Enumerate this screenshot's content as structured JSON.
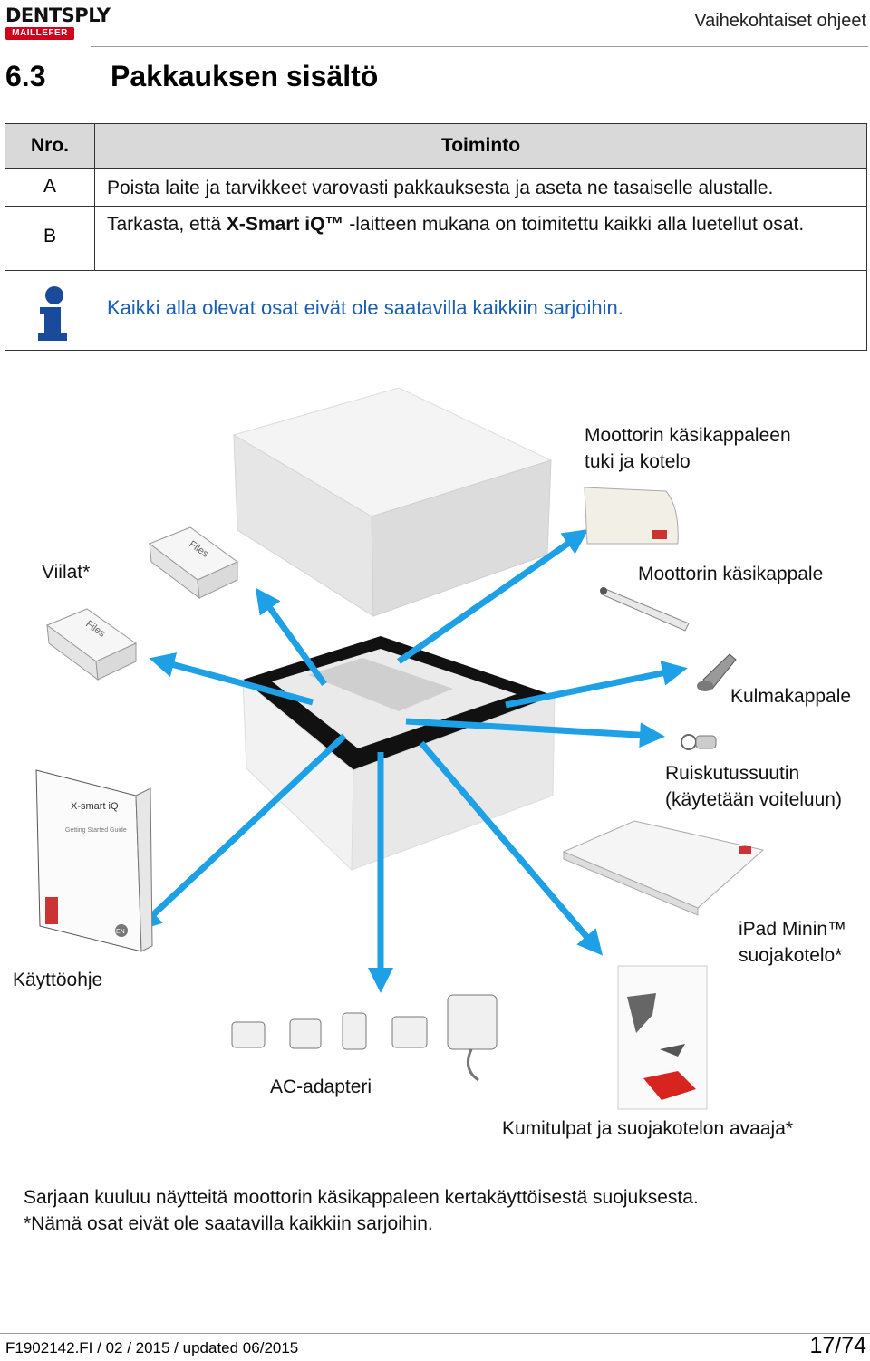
{
  "header": {
    "logo_top": "DENTSPLY",
    "logo_bottom": "MAILLEFER",
    "doc_type": "Vaihekohtaiset ohjeet",
    "section_number": "6.3",
    "section_title": "Pakkauksen sisältö"
  },
  "table": {
    "col_nro": "Nro.",
    "col_toiminto": "Toiminto",
    "rows": [
      {
        "nro": "A",
        "text": "Poista laite ja tarvikkeet varovasti pakkauksesta ja aseta ne tasaiselle alustalle."
      },
      {
        "nro": "B",
        "text_pre": "Tarkasta, että ",
        "text_bold": "X-Smart iQ™",
        "text_post": " -laitteen mukana on toimitettu kaikki alla luetellut osat."
      }
    ],
    "note": "Kaikki alla olevat osat eivät ole saatavilla kaikkiin sarjoihin."
  },
  "figure": {
    "labels": {
      "stand": [
        "Moottorin käsikappaleen",
        "tuki ja kotelo"
      ],
      "files": "Viilat*",
      "handpiece": "Moottorin käsikappale",
      "contra_angle": "Kulmakappale",
      "spray": [
        "Ruiskutussuutin",
        "(käytetään voiteluun)"
      ],
      "ipad": [
        "iPad Minin™",
        "suojakotelo*"
      ],
      "manual": "Käyttöohje",
      "adapter": "AC-adapteri",
      "caps": "Kumitulpat ja suojakotelon avaaja*"
    },
    "file_box_text": "Files",
    "manual_cover": {
      "brand": "X-smart iQ",
      "subtitle": "Getting Started Guide",
      "lang": "EN"
    }
  },
  "footnote": [
    "Sarjaan kuuluu näytteitä moottorin käsikappaleen kertakäyttöisestä suojuksesta.",
    "*Nämä osat eivät ole saatavilla kaikkiin sarjoihin."
  ],
  "footer": {
    "doc_ref": "F1902142.FI / 02 / 2015 / updated 06/2015",
    "page": "17/74"
  },
  "colors": {
    "note_blue": "#1a5fb4",
    "arrow_blue": "#1ea0e6",
    "brand_red": "#d0021b"
  }
}
